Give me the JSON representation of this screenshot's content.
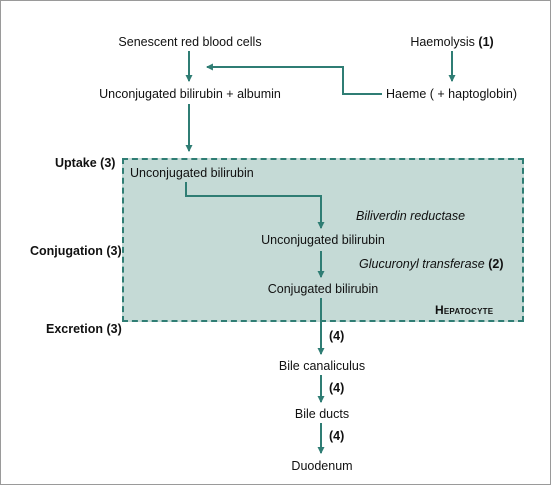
{
  "diagram": {
    "nodes": {
      "senescent_rbc": "Senescent red blood cells",
      "haemolysis": "Haemolysis",
      "haemolysis_ref": "(1)",
      "unconj_albumin": "Unconjugated bilirubin + albumin",
      "haeme": "Haeme ( + haptoglobin)",
      "unconj_uptake": "Unconjugated bilirubin",
      "unconj_conj": "Unconjugated bilirubin",
      "conjugated": "Conjugated bilirubin",
      "bile_canaliculus": "Bile canaliculus",
      "bile_ducts": "Bile ducts",
      "duodenum": "Duodenum"
    },
    "enzymes": {
      "biliverdin": "Biliverdin reductase",
      "glucuronyl": "Glucuronyl transferase",
      "glucuronyl_ref": "(2)"
    },
    "stages": {
      "uptake": "Uptake",
      "uptake_ref": "(3)",
      "conjugation": "Conjugation",
      "conjugation_ref": "(3)",
      "excretion": "Excretion",
      "excretion_ref": "(3)"
    },
    "transport_refs": [
      "(4)",
      "(4)",
      "(4)"
    ],
    "box_label": "Hepatocyte"
  },
  "colors": {
    "arrow": "#2f7d74",
    "hepatocyte_fill": "#c5dad6",
    "hepatocyte_border": "#2f7d74"
  }
}
